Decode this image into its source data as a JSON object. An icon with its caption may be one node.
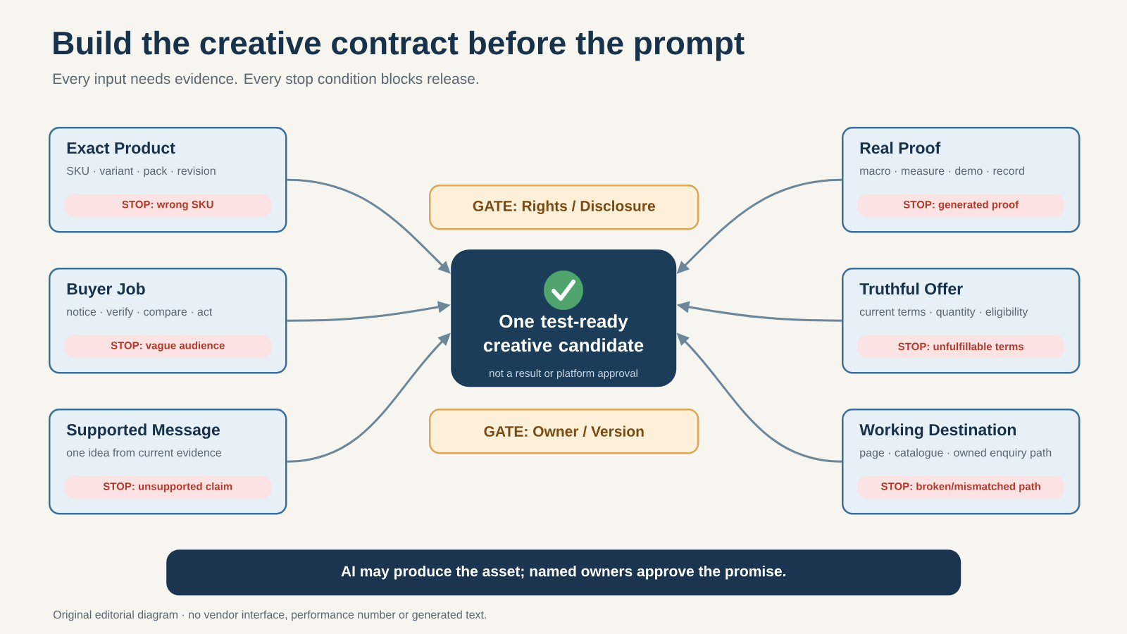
{
  "diagram": {
    "title": "Build the creative contract before the prompt",
    "caption": "Every input needs evidence. Every stop condition blocks release.",
    "nodes": [
      {
        "text": [
          "Exact Product",
          "SKU · variant · pack · revision"
        ]
      },
      {
        "text": [
          "STOP: wrong SKU"
        ],
        "in": 0
      },
      {
        "text": [
          "Real Proof",
          "macro · measure · demo · record"
        ]
      },
      {
        "text": [
          "STOP: generated proof"
        ],
        "in": 2
      },
      {
        "text": [
          "GATE: Rights / Disclosure"
        ]
      },
      {
        "text": [
          "Buyer Job",
          "notice · verify · compare · act"
        ]
      },
      {
        "text": [
          "STOP: vague audience"
        ],
        "in": 5
      },
      {
        "text": [
          "One test-ready creative candidate",
          "not a result or platform approval"
        ]
      },
      {
        "text": [
          "Truthful Offer",
          "current terms · quantity · eligibility"
        ]
      },
      {
        "text": [
          "STOP: unfulfillable terms"
        ],
        "in": 8
      },
      {
        "text": [
          "Supported Message",
          "one idea from current evidence"
        ]
      },
      {
        "text": [
          "STOP: unsupported claim"
        ],
        "in": 10
      },
      {
        "text": [
          "GATE: Owner / Version"
        ]
      },
      {
        "text": [
          "Working Destination",
          "page · catalogue · owned enquiry path"
        ]
      },
      {
        "text": [
          "STOP: broken/mismatched path"
        ],
        "in": 13
      },
      {
        "text": [
          "AI may produce the asset; named owners approve the promise."
        ]
      }
    ],
    "edges": [
      {
        "from": 0,
        "to": 7,
        "arrow": "to"
      },
      {
        "from": 5,
        "to": 7,
        "arrow": "to"
      },
      {
        "from": 10,
        "to": 7,
        "arrow": "to"
      },
      {
        "from": 2,
        "to": 7,
        "arrow": "to"
      },
      {
        "from": 8,
        "to": 7,
        "arrow": "to"
      },
      {
        "from": 13,
        "to": 7,
        "arrow": "to"
      }
    ],
    "labels": [
      "Original editorial diagram · no vendor interface, performance number or generated text."
    ]
  }
}
